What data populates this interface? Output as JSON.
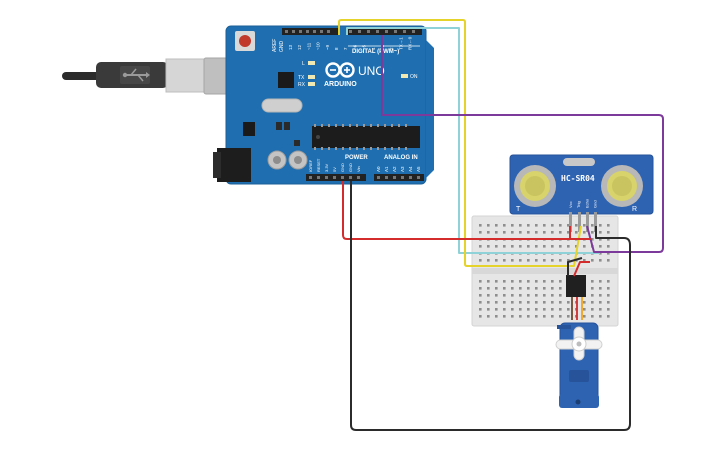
{
  "arduino": {
    "brand": "ARDUINO",
    "model": "UNO",
    "header_digital": "DIGITAL (PWM~)",
    "header_power": "POWER",
    "header_analog": "ANALOG IN",
    "led_l": "L",
    "led_tx": "TX",
    "led_rx": "RX",
    "led_on": "ON",
    "aref": "AREF",
    "gnd": "GND",
    "digital_pins": [
      "13",
      "12",
      "~11",
      "~10",
      "~9",
      "8",
      "7",
      "~6",
      "~5",
      "4",
      "~3",
      "2",
      "TX→1",
      "RX←0"
    ],
    "power_pins": [
      "IOREF",
      "RESET",
      "3.3V",
      "5V",
      "GND",
      "GND",
      "Vin"
    ],
    "analog_pins": [
      "A0",
      "A1",
      "A2",
      "A3",
      "A4",
      "A5"
    ]
  },
  "sensor": {
    "model": "HC-SR04",
    "corner_left": "T",
    "corner_right": "R",
    "pins": [
      "Vcc",
      "Trig",
      "Echo",
      "Gnd"
    ]
  },
  "wire_colors": {
    "power": "#d42c2c",
    "ground": "#2b2b2b",
    "trig": "#e5d22a",
    "echo": "#7c3a9a",
    "aux": "#8fd3d8"
  }
}
